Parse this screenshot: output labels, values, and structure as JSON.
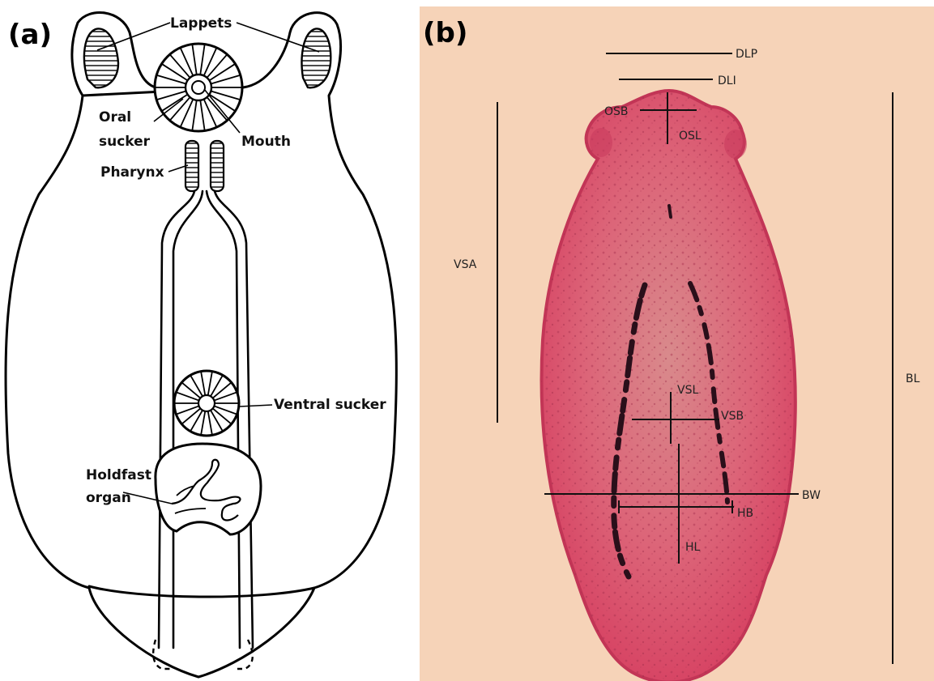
{
  "panel_a": {
    "letter": "(a)",
    "labels": {
      "lappets": "Lappets",
      "oral_sucker_line1": "Oral",
      "oral_sucker_line2": "sucker",
      "mouth": "Mouth",
      "pharynx": "Pharynx",
      "ventral_sucker": "Ventral sucker",
      "holdfast_line1": "Holdfast",
      "holdfast_line2": "organ"
    }
  },
  "panel_b": {
    "letter": "(b)",
    "measurements": {
      "dlp": "DLP",
      "dli": "DLI",
      "osb": "OSB",
      "osl": "OSL",
      "vsa": "VSA",
      "vsl": "VSL",
      "vsb": "VSB",
      "bw": "BW",
      "hb": "HB",
      "hl": "HL",
      "bl": "BL"
    },
    "colors": {
      "background": "#f6d3b8",
      "specimen": "#d94e6c",
      "specimen_edge": "#c23556",
      "caeca": "#2a0f1a"
    }
  }
}
